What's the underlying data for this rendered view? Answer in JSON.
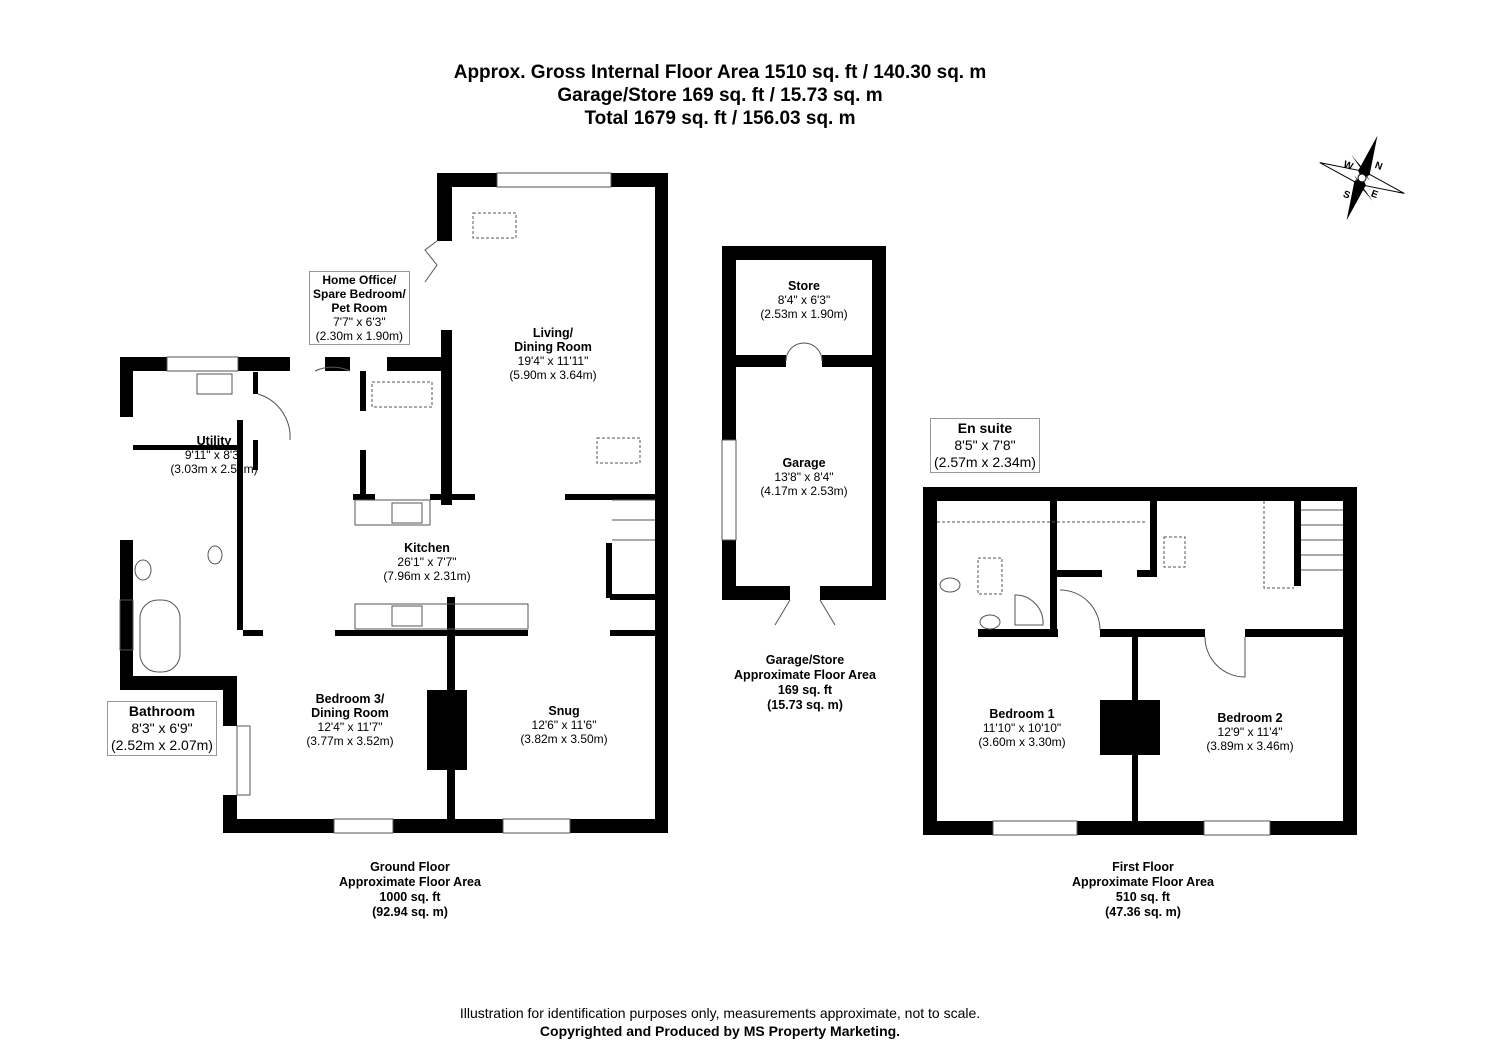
{
  "header": {
    "line1": "Approx. Gross Internal Floor Area 1510 sq. ft / 140.30 sq. m",
    "line2": "Garage/Store 169 sq. ft / 15.73 sq. m",
    "line3": "Total 1679 sq. ft / 156.03 sq. m"
  },
  "compass": {
    "icon": "compass-rose-icon",
    "n": "N",
    "e": "E",
    "s": "S",
    "w": "W"
  },
  "rooms": {
    "home_office": {
      "name1": "Home Office/",
      "name2": "Spare Bedroom/",
      "name3": "Pet Room",
      "imperial": "7'7\" x 6'3\"",
      "metric": "(2.30m x 1.90m)"
    },
    "living": {
      "name1": "Living/",
      "name2": "Dining Room",
      "imperial": "19'4\" x 11'11\"",
      "metric": "(5.90m x 3.64m)"
    },
    "utility": {
      "name": "Utility",
      "imperial": "9'11\" x 8'3\"",
      "metric": "(3.03m x 2.52m)"
    },
    "kitchen": {
      "name": "Kitchen",
      "imperial": "26'1\" x 7'7\"",
      "metric": "(7.96m x 2.31m)"
    },
    "bathroom": {
      "name": "Bathroom",
      "imperial": "8'3\" x 6'9\"",
      "metric": "(2.52m x 2.07m)"
    },
    "bedroom3": {
      "name1": "Bedroom 3/",
      "name2": "Dining Room",
      "imperial": "12'4\" x 11'7\"",
      "metric": "(3.77m x 3.52m)"
    },
    "snug": {
      "name": "Snug",
      "imperial": "12'6\" x 11'6\"",
      "metric": "(3.82m x 3.50m)"
    },
    "store": {
      "name": "Store",
      "imperial": "8'4\" x 6'3\"",
      "metric": "(2.53m x 1.90m)"
    },
    "garage": {
      "name": "Garage",
      "imperial": "13'8\" x 8'4\"",
      "metric": "(4.17m x 2.53m)"
    },
    "en_suite": {
      "name": "En suite",
      "imperial": "8'5\" x 7'8\"",
      "metric": "(2.57m x 2.34m)"
    },
    "bedroom1": {
      "name": "Bedroom 1",
      "imperial": "11'10\" x 10'10\"",
      "metric": "(3.60m x 3.30m)"
    },
    "bedroom2": {
      "name": "Bedroom 2",
      "imperial": "12'9\" x 11'4\"",
      "metric": "(3.89m x 3.46m)"
    }
  },
  "floors": {
    "ground": {
      "title": "Ground Floor",
      "subtitle": "Approximate Floor Area",
      "sqft": "1000 sq. ft",
      "sqm": "(92.94 sq. m)"
    },
    "garage": {
      "title": "Garage/Store",
      "subtitle": "Approximate Floor Area",
      "sqft": "169 sq. ft",
      "sqm": "(15.73 sq. m)"
    },
    "first": {
      "title": "First Floor",
      "subtitle": "Approximate Floor Area",
      "sqft": "510 sq. ft",
      "sqm": "(47.36 sq. m)"
    }
  },
  "footer": {
    "disclaimer": "Illustration for identification purposes only, measurements approximate, not to scale.",
    "copyright": "Copyrighted  and Produced by MS Property Marketing."
  }
}
